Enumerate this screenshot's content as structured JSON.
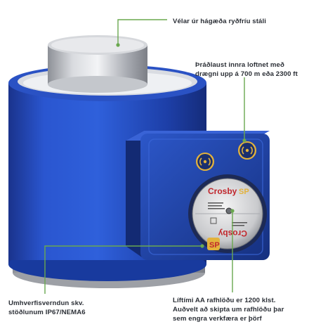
{
  "callouts": {
    "top_material": {
      "line1": "Vélar úr hágæða ryðfríu stáli"
    },
    "wireless_range": {
      "line1": "Þráðlaust innra loftnet með",
      "line2": "drægni upp á 700 m eða 2300 ft"
    },
    "environment": {
      "line1": "Umhverfisverndun skv.",
      "line2": "stöðlunum IP67/NEMA6"
    },
    "battery": {
      "line1": "Líftími AA rafhlöðu er 1200 klst.",
      "line2": "Auðvelt að skipta um rafhlöðu þar",
      "line3": "sem engra verkfæra er þörf"
    }
  },
  "product": {
    "brand_primary": "Crosby",
    "brand_secondary": "SP"
  },
  "colors": {
    "accent_green": "#6aa84f",
    "body_blue": "#1f47b8",
    "brand_red": "#c1272d",
    "icon_gold": "#e3b23c",
    "text": "#2b2f36"
  },
  "icons": [
    "wireless-signal-icon-left",
    "wireless-signal-icon-right",
    "sp-logo-icon"
  ]
}
